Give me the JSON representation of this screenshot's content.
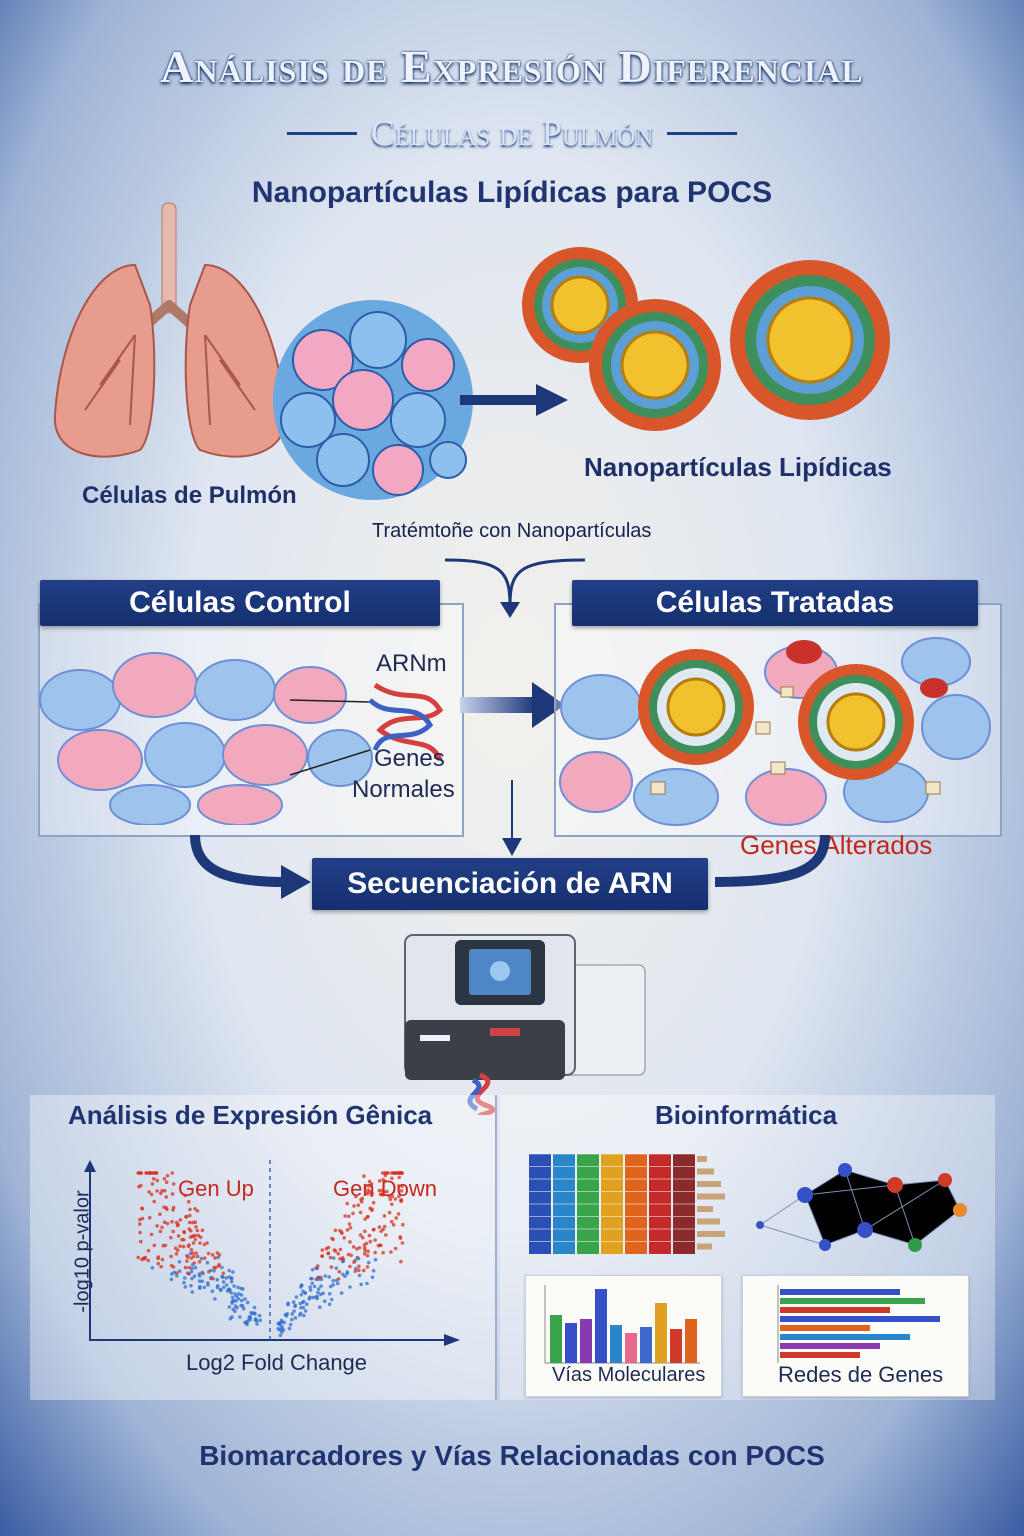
{
  "title": "Análisis de Expresión Diferencial",
  "subtitle": "Células de Pulmón",
  "section_heading": "Nanopartículas Lipídicas para POCS",
  "top": {
    "lung_label": "Células de Pulmón",
    "nano_label": "Nanopartículas Lipídicas",
    "treatment_label": "Tratémtoñe con Nanopartículas"
  },
  "control": {
    "title": "Células Control",
    "arn_label": "ARNm",
    "genes_label_1": "Genes",
    "genes_label_2": "Normales"
  },
  "treated": {
    "title": "Células Tratadas",
    "altered_label": "Genes Alterados"
  },
  "sequencing": {
    "label": "Secuenciación de ARN"
  },
  "analysis": {
    "title": "Análisis de Expresión Gênica",
    "up_label": "Gen Up",
    "down_label": "Gen Down",
    "y_label": "-log10 p-valor",
    "x_label": "Log2 Fold Change"
  },
  "bioinfo": {
    "title": "Bioinformática",
    "pathways_label": "Vías Moleculares",
    "networks_label": "Redes de Genes"
  },
  "footer": "Biomarcadores y Vías Relacionadas con POCS",
  "colors": {
    "banner": "#1c3779",
    "up": "#d8321f",
    "down": "#2f6fd0",
    "altered": "#c0281c"
  }
}
